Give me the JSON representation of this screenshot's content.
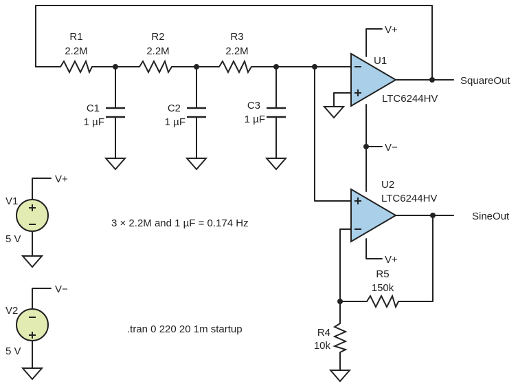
{
  "colors": {
    "opamp_fill": "#a9cfe9",
    "source_fill": "#e2ecb2",
    "wire": "#222222"
  },
  "components": {
    "r1": {
      "ref": "R1",
      "value": "2.2M"
    },
    "r2": {
      "ref": "R2",
      "value": "2.2M"
    },
    "r3": {
      "ref": "R3",
      "value": "2.2M"
    },
    "r4": {
      "ref": "R4",
      "value": "10k"
    },
    "r5": {
      "ref": "R5",
      "value": "150k"
    },
    "c1": {
      "ref": "C1",
      "value": "1 µF"
    },
    "c2": {
      "ref": "C2",
      "value": "1 µF"
    },
    "c3": {
      "ref": "C3",
      "value": "1 µF"
    },
    "u1": {
      "ref": "U1",
      "part": "LTC6244HV"
    },
    "u2": {
      "ref": "U2",
      "part": "LTC6244HV"
    },
    "v1": {
      "ref": "V1",
      "value": "5 V"
    },
    "v2": {
      "ref": "V2",
      "value": "5 V"
    }
  },
  "nets": {
    "vplus": "V+",
    "vminus": "V−",
    "square_out": "SquareOut",
    "sine_out": "SineOut"
  },
  "pins": {
    "plus": "+",
    "minus": "−"
  },
  "notes": {
    "frequency": "3 × 2.2M and 1 µF = 0.174 Hz",
    "sim": ".tran 0 220 20 1m startup"
  }
}
